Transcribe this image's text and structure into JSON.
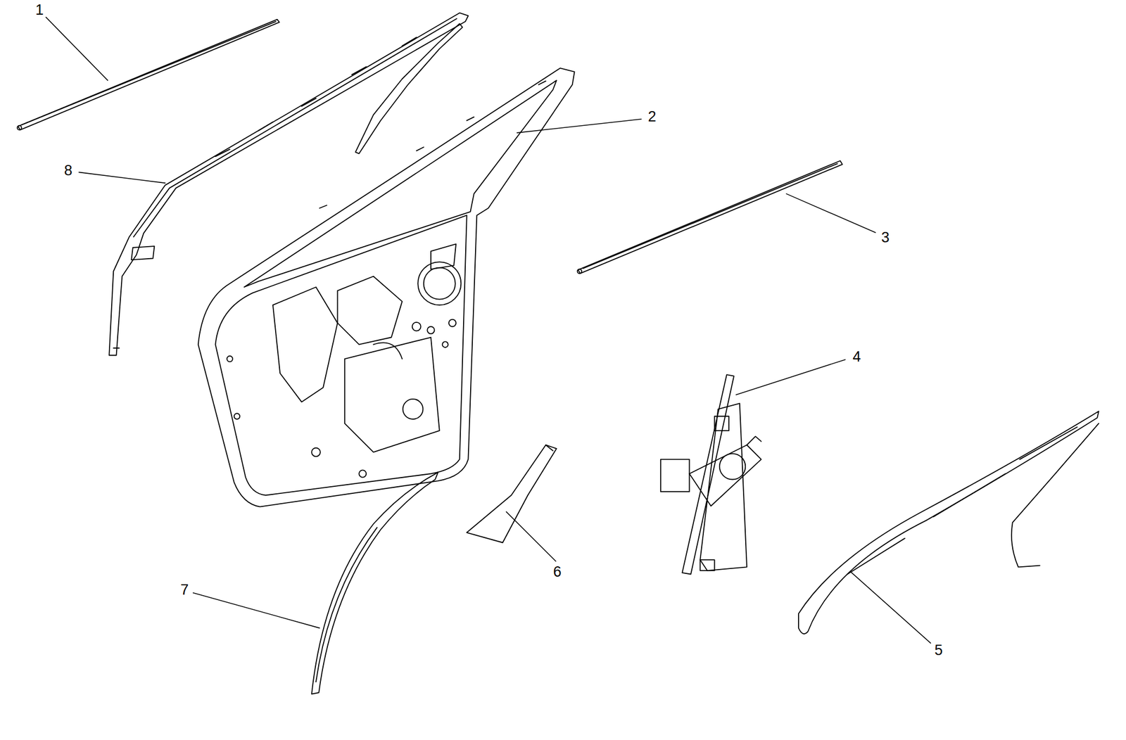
{
  "diagram": {
    "labels": [
      "1",
      "2",
      "8",
      "3",
      "4",
      "6",
      "7",
      "5"
    ]
  }
}
